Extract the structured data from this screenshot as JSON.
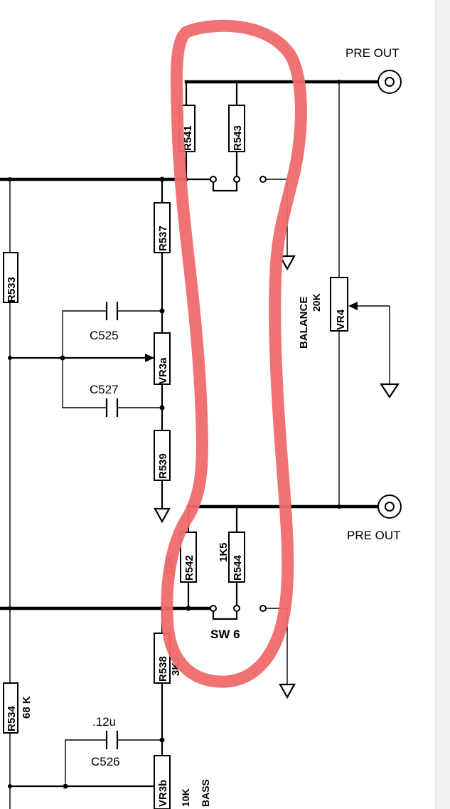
{
  "labels": {
    "pre_out_top": "PRE OUT",
    "pre_out_bottom": "PRE OUT",
    "r541": "R541",
    "r543": "R543",
    "r537": "R537",
    "r533": "R533",
    "c525": "C525",
    "vr3a": "VR3a",
    "c527": "C527",
    "r539": "R539",
    "balance": "BALANCE",
    "balance_value": "20K",
    "vr4": "VR4",
    "r542": "R542",
    "r542_value": "12K",
    "r544": "R544",
    "r544_value": "1K5",
    "sw6": "SW 6",
    "r538": "R538",
    "r538_value": "3K3",
    "r534": "R534",
    "r534_value": "68 K",
    "c526_value": ".12u",
    "c526": "C526",
    "vr3b": "VR3b",
    "vr3b_value": "10K",
    "bass": "BASS"
  },
  "colors": {
    "highlight": "#ef6a6a",
    "ink": "#000000",
    "sidebar": "#f0f0f0"
  }
}
